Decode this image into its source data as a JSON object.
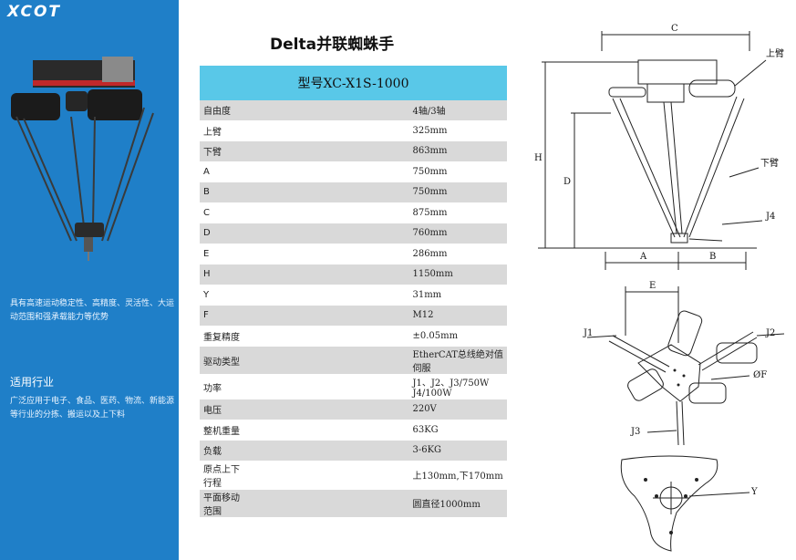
{
  "brand": {
    "logo": "XCOT"
  },
  "sidebar": {
    "intro": "具有高速运动稳定性、高精度、灵活性、大运动范围和强承载能力等优势",
    "industry_title": "适用行业",
    "industry_body": "广泛应用于电子、食品、医药、物流、新能源等行业的分拣、搬运以及上下料"
  },
  "product": {
    "title": "Delta并联蜘蛛手",
    "model": "型号XC-X1S-1000"
  },
  "specs": [
    {
      "label": "自由度",
      "value": "4轴/3轴"
    },
    {
      "label": "上臂",
      "value": "325mm"
    },
    {
      "label": "下臂",
      "value": "863mm"
    },
    {
      "label": "A",
      "value": "750mm"
    },
    {
      "label": "B",
      "value": "750mm"
    },
    {
      "label": "C",
      "value": "875mm"
    },
    {
      "label": "D",
      "value": "760mm"
    },
    {
      "label": "E",
      "value": "286mm"
    },
    {
      "label": "H",
      "value": "1150mm"
    },
    {
      "label": "Y",
      "value": "31mm"
    },
    {
      "label": "F",
      "value": "M12"
    },
    {
      "label": "重复精度",
      "value": "±0.05mm"
    },
    {
      "label": "驱动类型",
      "value": "EtherCAT总线绝对值伺服"
    },
    {
      "label": "功率",
      "value": "J1、J2、J3/750W J4/100W"
    },
    {
      "label": "电压",
      "value": "220V"
    },
    {
      "label": "整机重量",
      "value": "63KG"
    },
    {
      "label": "负载",
      "value": "3-6KG"
    },
    {
      "label": "原点上下行程",
      "value": "上130mm,下170mm"
    },
    {
      "label": "平面移动范围",
      "value": "圆直径1000mm"
    }
  ],
  "drawing_labels": {
    "c": "C",
    "upper_arm": "上臂",
    "lower_arm": "下臂",
    "h": "H",
    "d": "D",
    "j4": "J4",
    "a": "A",
    "b": "B",
    "e": "E",
    "j1": "J1",
    "j2": "J2",
    "phi_f": "ØF",
    "j3": "J3",
    "y": "Y"
  },
  "colors": {
    "sidebar": "#1f7fc8",
    "model_header": "#59c8e8",
    "row_shade": "#d9d9d9"
  }
}
